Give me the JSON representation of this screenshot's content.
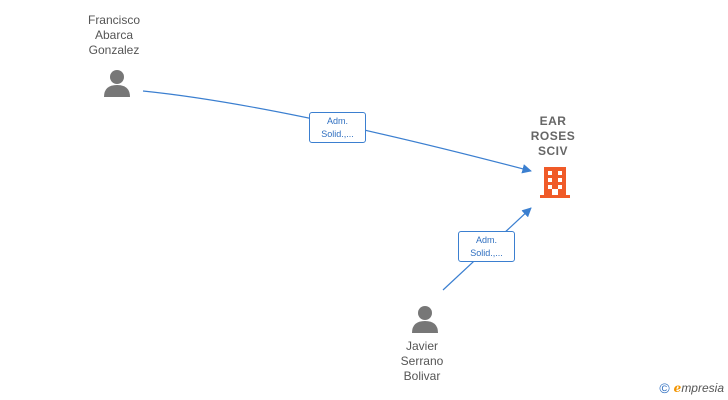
{
  "nodes": {
    "person1": {
      "lines": [
        "Francisco",
        "Abarca",
        "Gonzalez"
      ]
    },
    "person2": {
      "lines": [
        "Javier",
        "Serrano",
        "Bolivar"
      ]
    },
    "company": {
      "lines": [
        "EAR",
        "ROSES",
        "SCIV"
      ]
    }
  },
  "edges": [
    {
      "from": "person1",
      "to": "company",
      "label": [
        "Adm.",
        "Solid.,..."
      ]
    },
    {
      "from": "person2",
      "to": "company",
      "label": [
        "Adm.",
        "Solid.,..."
      ]
    }
  ],
  "footer": {
    "copyright_symbol": "©",
    "brand_initial": "e",
    "brand_rest": "mpresia"
  },
  "colors": {
    "edge": "#3b7fd0",
    "person_icon": "#777777",
    "company_icon": "#f05a28",
    "brand_accent": "#f29400"
  },
  "icons": {
    "person": "person-icon",
    "company": "building-icon"
  }
}
